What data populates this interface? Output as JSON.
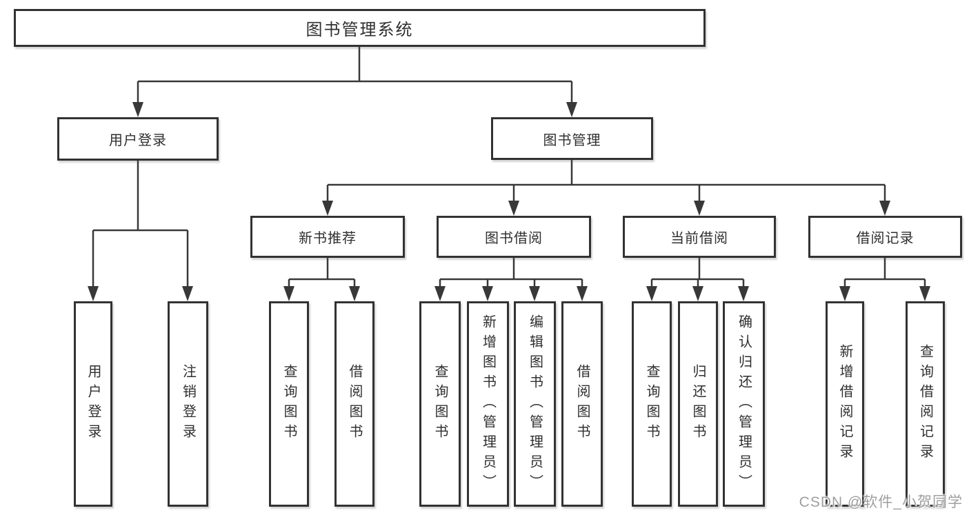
{
  "diagram": {
    "root": {
      "label": "图书管理系统"
    },
    "branches": [
      {
        "label": "用户登录",
        "children": [
          {
            "label": "用户登录"
          },
          {
            "label": "注销登录"
          }
        ]
      },
      {
        "label": "图书管理",
        "children": [
          {
            "label": "新书推荐",
            "children": [
              {
                "label": "查询图书"
              },
              {
                "label": "借阅图书"
              }
            ]
          },
          {
            "label": "图书借阅",
            "children": [
              {
                "label": "查询图书"
              },
              {
                "label": "新增图书（管理员）"
              },
              {
                "label": "编辑图书（管理员）"
              },
              {
                "label": "借阅图书"
              }
            ]
          },
          {
            "label": "当前借阅",
            "children": [
              {
                "label": "查询图书"
              },
              {
                "label": "归还图书"
              },
              {
                "label": "确认归还（管理员）"
              }
            ]
          },
          {
            "label": "借阅记录",
            "children": [
              {
                "label": "新增借阅记录"
              },
              {
                "label": "查询借阅记录"
              }
            ]
          }
        ]
      }
    ]
  },
  "watermark": {
    "text": "CSDN @软件_小贺同学"
  },
  "colors": {
    "line": "#383838",
    "box_border": "#323232",
    "box_background": "#ffffff",
    "text": "#2f2f2f",
    "watermark": "#9f9f9f",
    "background": "#ffffff"
  }
}
